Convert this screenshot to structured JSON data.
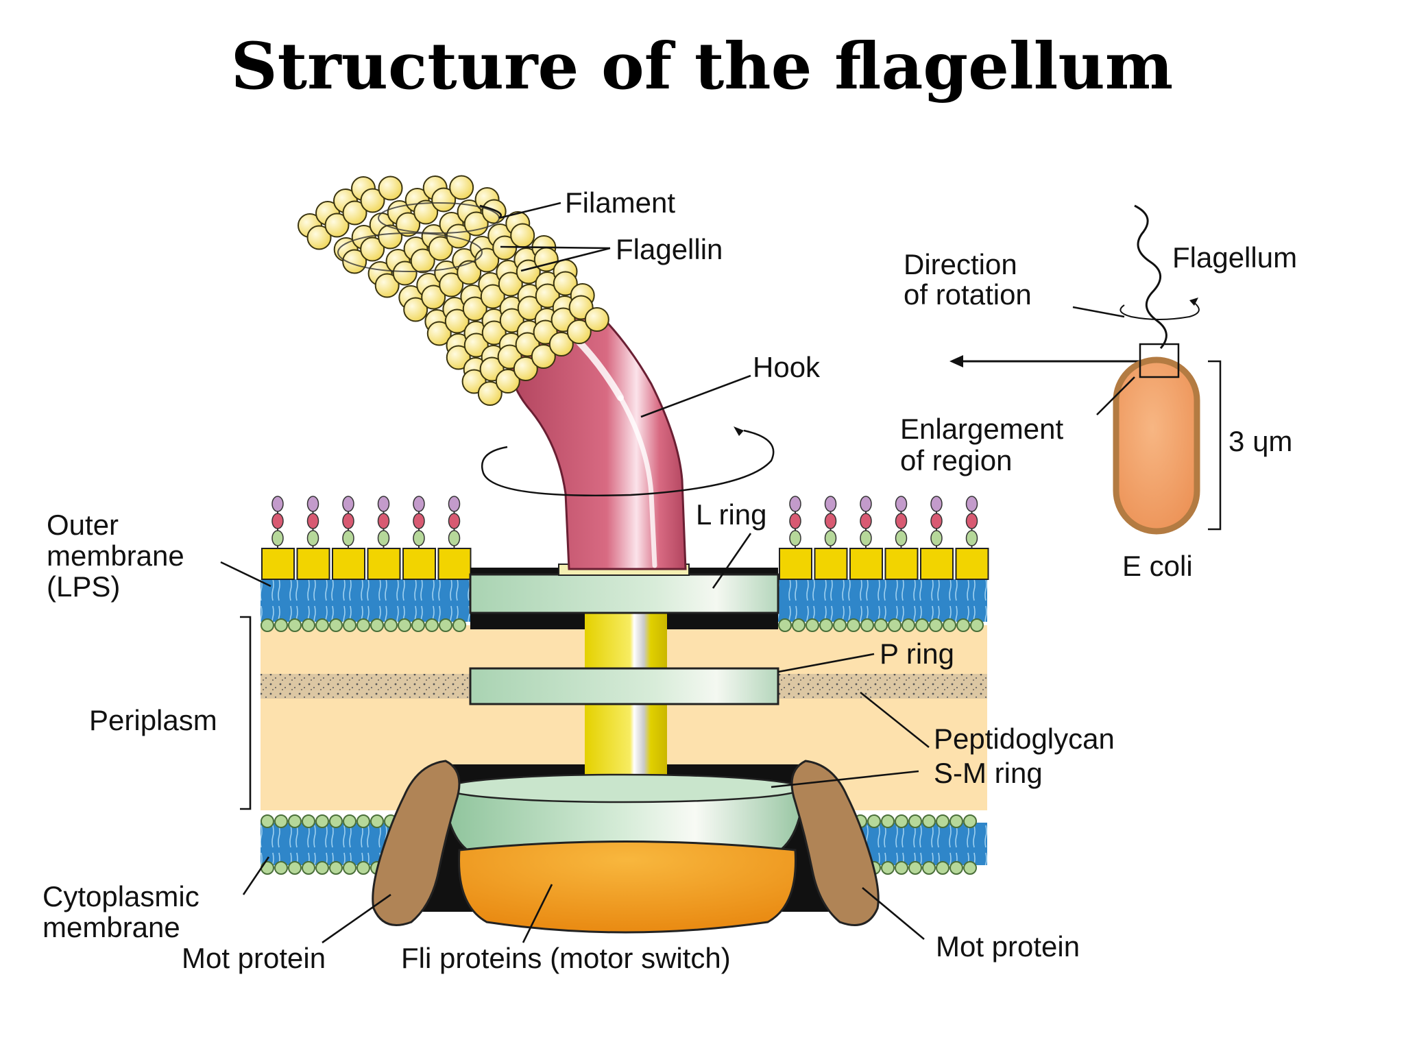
{
  "title": "Structure of the flagellum",
  "labels": {
    "filament": "Filament",
    "flagellin": "Flagellin",
    "hook": "Hook",
    "l_ring": "L ring",
    "p_ring": "P ring",
    "peptidoglycan": "Peptidoglycan",
    "sm_ring": "S-M ring",
    "mot_protein_left": "Mot protein",
    "mot_protein_right": "Mot protein",
    "fli_proteins": "Fli proteins (motor switch)",
    "outer_membrane": [
      "Outer",
      "membrane",
      "(LPS)"
    ],
    "periplasm": "Periplasm",
    "cytoplasmic_membrane": [
      "Cytoplasmic",
      "membrane"
    ]
  },
  "inset": {
    "flagellum": "Flagellum",
    "direction": [
      "Direction",
      "of rotation"
    ],
    "enlargement": [
      "Enlargement",
      "of region"
    ],
    "scale": "3 ɥm",
    "organism": "E coli"
  },
  "colors": {
    "flagellin": "#f7e37a",
    "hook": "#cc5a72",
    "ring": "#b9dcc0",
    "membrane_lipid": "#2f86c9",
    "periplasm": "#fde1ad",
    "lps_block": "#f2d400",
    "fli": "#ee9a1e",
    "mot": "#b08456",
    "cell": "#f0a06a"
  }
}
